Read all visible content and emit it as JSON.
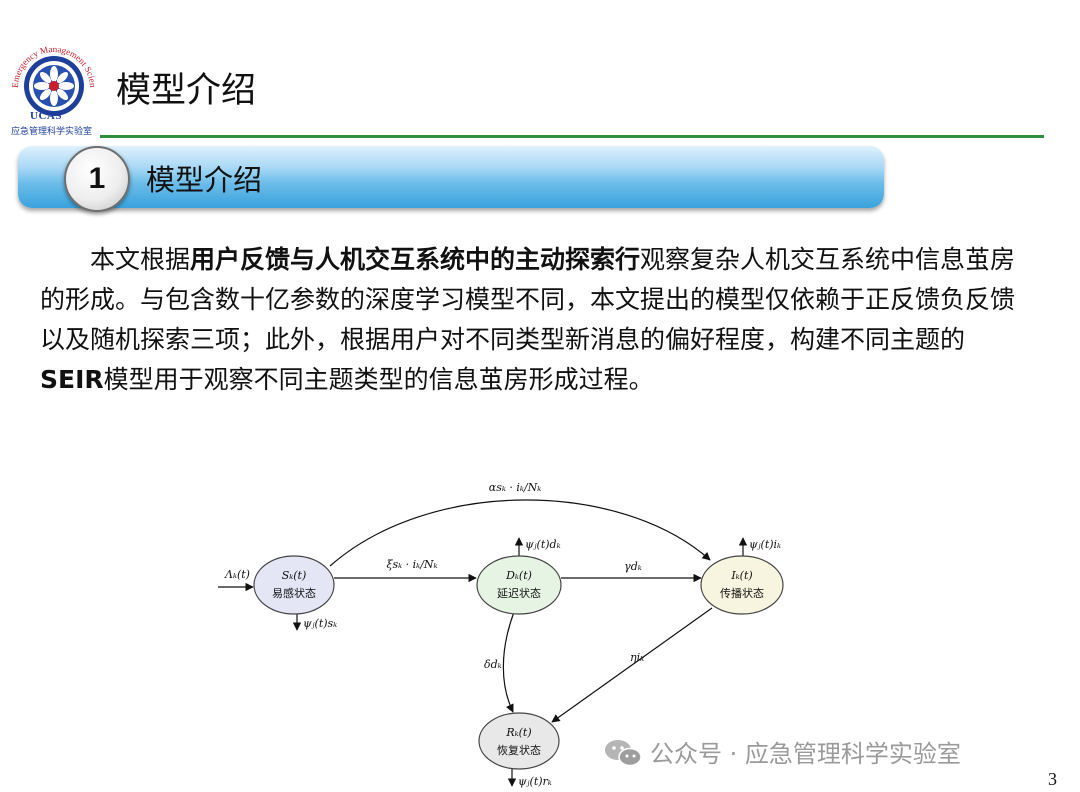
{
  "logo": {
    "arc_text": "Emergency Management Science Laboratory",
    "ucas": "UCAS",
    "lab_cn": "应急管理科学实验室"
  },
  "header": {
    "title": "模型介绍"
  },
  "section": {
    "number": "1",
    "title": "模型介绍"
  },
  "body": {
    "seg1": "本文根据",
    "seg2": "用户反馈与人机交互系统中的主动探索行",
    "seg3": "观察复杂人机交互系统中信息茧房的形成。与包含数十亿参数的深度学习模型不同，本文提出的模型仅依赖于正反馈负反馈以及随机探索三项；此外，根据用户对不同类型新消息的偏好程度，构建不同主题的",
    "seg4": "SEIR",
    "seg5": "模型用于观察不同主题类型的信息茧房形成过程。"
  },
  "diagram": {
    "nodes": {
      "S": {
        "symbol": "Sₖ(t)",
        "state": "易感状态",
        "color": "#e4e5f5"
      },
      "D": {
        "symbol": "Dₖ(t)",
        "state": "延迟状态",
        "color": "#e6f5e3"
      },
      "I": {
        "symbol": "Iₖ(t)",
        "state": "传播状态",
        "color": "#f7f4e0"
      },
      "R": {
        "symbol": "Rₖ(t)",
        "state": "恢复状态",
        "color": "#e8e8e8"
      }
    },
    "edges": {
      "inflow": "Λₖ(t)",
      "s_to_d": "ξsₖ · iₖ/Nₖ",
      "s_to_i": "αsₖ · iₖ/Nₖ",
      "d_to_i": "γdₖ",
      "d_to_r": "δdₖ",
      "i_to_r": "ηiₖ",
      "s_out": "ψⱼ(t)sₖ",
      "d_out": "ψⱼ(t)dₖ",
      "i_out": "ψⱼ(t)iₖ",
      "r_out": "ψⱼ(t)rₖ"
    }
  },
  "watermark": {
    "text": "公众号 · 应急管理科学实验室"
  },
  "page_number": "3",
  "colors": {
    "accent_green": "#2d8f3a",
    "bar_blue": "#3aa2dd",
    "logo_blue": "#1d3f9a",
    "logo_red": "#c8202a"
  }
}
